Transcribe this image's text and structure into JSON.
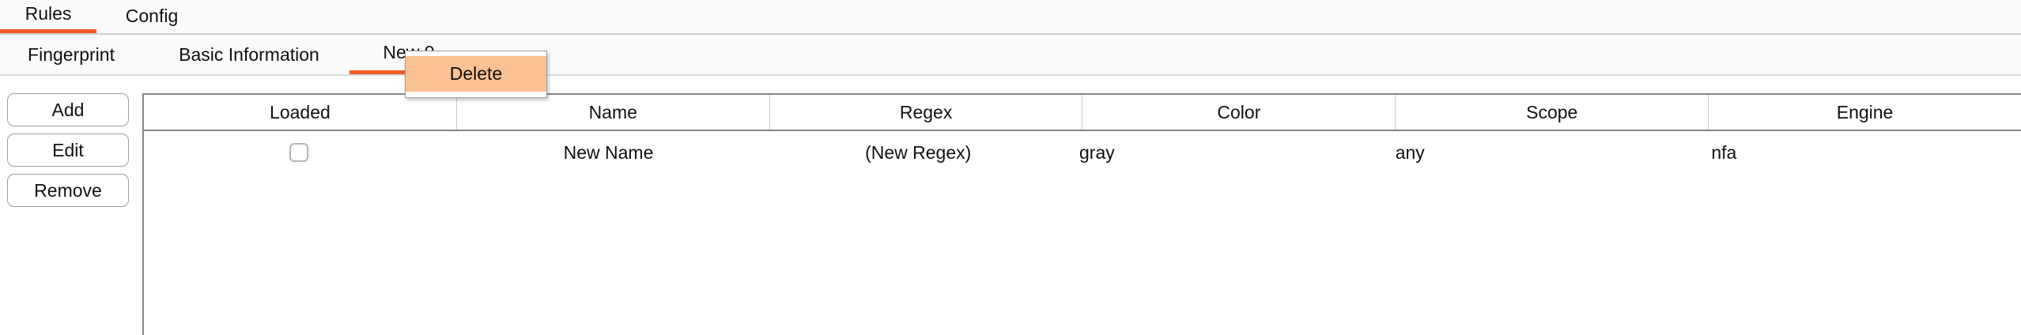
{
  "primary_tabs": {
    "items": [
      {
        "label": "Rules",
        "active": true
      },
      {
        "label": "Config",
        "active": false
      }
    ],
    "active_underline_color": "#f05a28"
  },
  "secondary_tabs": {
    "items": [
      {
        "label": "Fingerprint",
        "active": false
      },
      {
        "label": "Basic Information",
        "active": false
      },
      {
        "label": "New 0",
        "active": true
      }
    ],
    "active_underline_color": "#f05a28"
  },
  "side_buttons": {
    "add_label": "Add",
    "edit_label": "Edit",
    "remove_label": "Remove"
  },
  "context_menu": {
    "visible": true,
    "background_color": "#fac193",
    "items": [
      {
        "label": "Delete"
      }
    ]
  },
  "table": {
    "columns": [
      "Loaded",
      "Name",
      "Regex",
      "Color",
      "Scope",
      "Engine"
    ],
    "rows": [
      {
        "loaded": false,
        "name": "New Name",
        "regex": "(New Regex)",
        "color": "gray",
        "scope": "any",
        "engine": "nfa"
      }
    ]
  }
}
